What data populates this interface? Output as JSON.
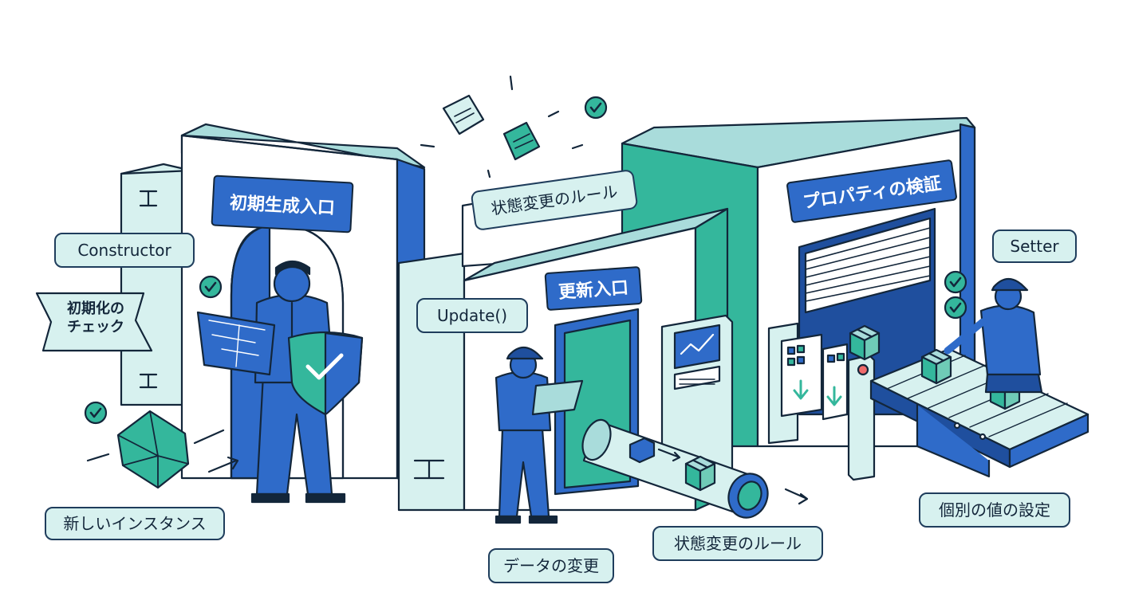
{
  "colors": {
    "outline": "#13263a",
    "blue": "#2f6bc9",
    "dark_blue": "#1f4f9e",
    "teal": "#34b79c",
    "light_teal": "#a9dcdb",
    "pale_teal": "#d7f1ef"
  },
  "labels": {
    "constructor": "Constructor",
    "init_check_line1": "初期化の",
    "init_check_line2": "チェック",
    "new_instance": "新しいインスタンス",
    "update": "Update()",
    "state_rule_top": "状態変更のルール",
    "data_change": "データの変更",
    "state_rule_bottom": "状態変更のルール",
    "setter": "Setter",
    "individual_value": "個別の値の設定"
  },
  "headers": {
    "initial_entrance": "初期生成入口",
    "update_entrance": "更新入口",
    "property_validation": "プロパティの検証"
  },
  "icons": [
    "check-icon",
    "shield-check-icon",
    "package-icon",
    "polyhedron-icon",
    "monitor-chart-icon",
    "arrow-down-icon"
  ]
}
